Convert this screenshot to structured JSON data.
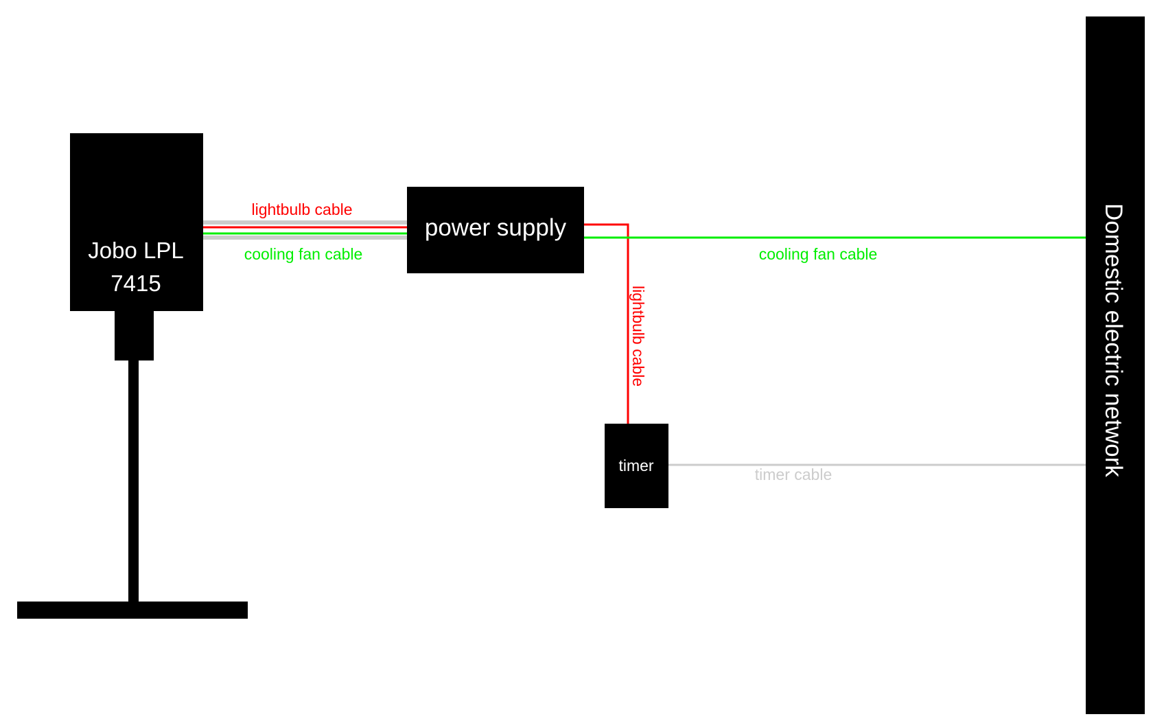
{
  "colors": {
    "background": "#ffffff",
    "block": "#000000",
    "block_text": "#ffffff",
    "lightbulb_cable": "#ff0000",
    "cooling_fan_cable": "#00ee00",
    "timer_cable": "#cccccc",
    "cable_bundle": "#cccccc"
  },
  "blocks": {
    "enlarger": {
      "line1": "Jobo LPL",
      "line2": "7415"
    },
    "power_supply": {
      "label": "power supply"
    },
    "timer": {
      "label": "timer"
    },
    "network": {
      "label": "Domestic electric network"
    }
  },
  "cables": {
    "lightbulb_to_enlarger": "lightbulb cable",
    "fan_to_enlarger": "cooling fan cable",
    "lightbulb_to_timer": "lightbulb cable",
    "fan_to_network": "cooling fan cable",
    "timer_to_network": "timer cable"
  }
}
